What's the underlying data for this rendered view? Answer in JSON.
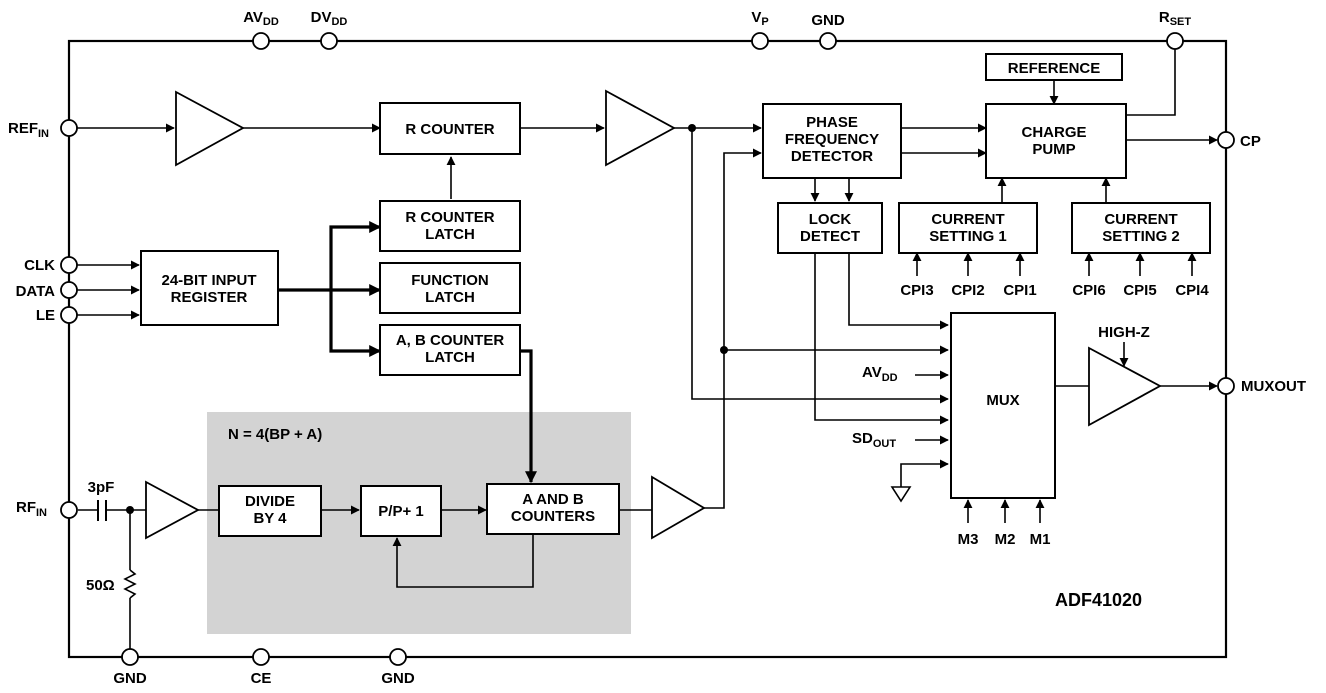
{
  "chip_name": "ADF41020",
  "shaded_region_label": "N = 4(BP + A)",
  "pins": {
    "avdd": {
      "main": "AV",
      "sub": "DD"
    },
    "dvdd": {
      "main": "DV",
      "sub": "DD"
    },
    "vp": {
      "main": "V",
      "sub": "P"
    },
    "gnd_top": {
      "main": "GND"
    },
    "rset": {
      "main": "R",
      "sub": "SET"
    },
    "refin": {
      "main": "REF",
      "sub": "IN"
    },
    "clk": {
      "main": "CLK"
    },
    "data": {
      "main": "DATA"
    },
    "le": {
      "main": "LE"
    },
    "rfin": {
      "main": "RF",
      "sub": "IN"
    },
    "cp": {
      "main": "CP"
    },
    "muxout": {
      "main": "MUXOUT"
    },
    "gnd_bottom_left": {
      "main": "GND"
    },
    "ce": {
      "main": "CE"
    },
    "gnd_bottom_mid": {
      "main": "GND"
    }
  },
  "blocks": {
    "reference": [
      "REFERENCE"
    ],
    "r_counter": [
      "R COUNTER"
    ],
    "pfd": [
      "PHASE",
      "FREQUENCY",
      "DETECTOR"
    ],
    "charge_pump": [
      "CHARGE",
      "PUMP"
    ],
    "r_counter_latch": [
      "R COUNTER",
      "LATCH"
    ],
    "function_latch": [
      "FUNCTION",
      "LATCH"
    ],
    "ab_counter_latch": [
      "A, B COUNTER",
      "LATCH"
    ],
    "input_register": [
      "24-BIT INPUT",
      "REGISTER"
    ],
    "lock_detect": [
      "LOCK",
      "DETECT"
    ],
    "current_setting_1": [
      "CURRENT",
      "SETTING 1"
    ],
    "current_setting_2": [
      "CURRENT",
      "SETTING 2"
    ],
    "mux": [
      "MUX"
    ],
    "divide_by_4": [
      "DIVIDE",
      "BY 4"
    ],
    "prescaler": [
      "P/P+ 1"
    ],
    "ab_counters": [
      "A AND B",
      "COUNTERS"
    ]
  },
  "labels": {
    "cpi3": "CPI3",
    "cpi2": "CPI2",
    "cpi1": "CPI1",
    "cpi6": "CPI6",
    "cpi5": "CPI5",
    "cpi4": "CPI4",
    "m3": "M3",
    "m2": "M2",
    "m1": "M1",
    "high_z": "HIGH-Z",
    "mux_avdd": {
      "main": "AV",
      "sub": "DD"
    },
    "mux_sdout": {
      "main": "SD",
      "sub": "OUT"
    },
    "cap": "3pF",
    "resistor": "50Ω"
  }
}
